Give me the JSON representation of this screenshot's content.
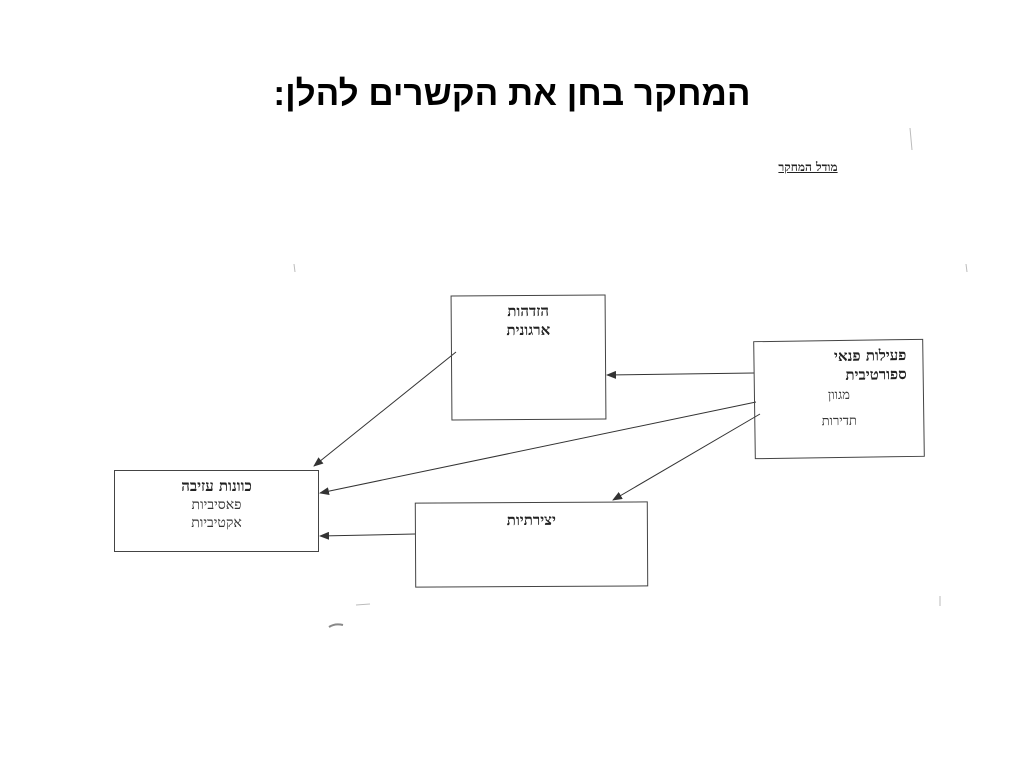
{
  "slide": {
    "title": "המחקר בחן את הקשרים להלן:"
  },
  "figure": {
    "caption": "מודל המחקר",
    "boxes": {
      "identification": {
        "line1": "הזדהות",
        "line2": "ארגונית"
      },
      "sport": {
        "line1": "פעילות פנאי",
        "line2": "ספורטיבית",
        "sub1": "מגוון",
        "sub2": "תדירות"
      },
      "intent": {
        "title": "כוונות עזיבה",
        "sub1": "פאסיביות",
        "sub2": "אקטיביות"
      },
      "creativity": {
        "title": "יצירתיות"
      }
    }
  }
}
